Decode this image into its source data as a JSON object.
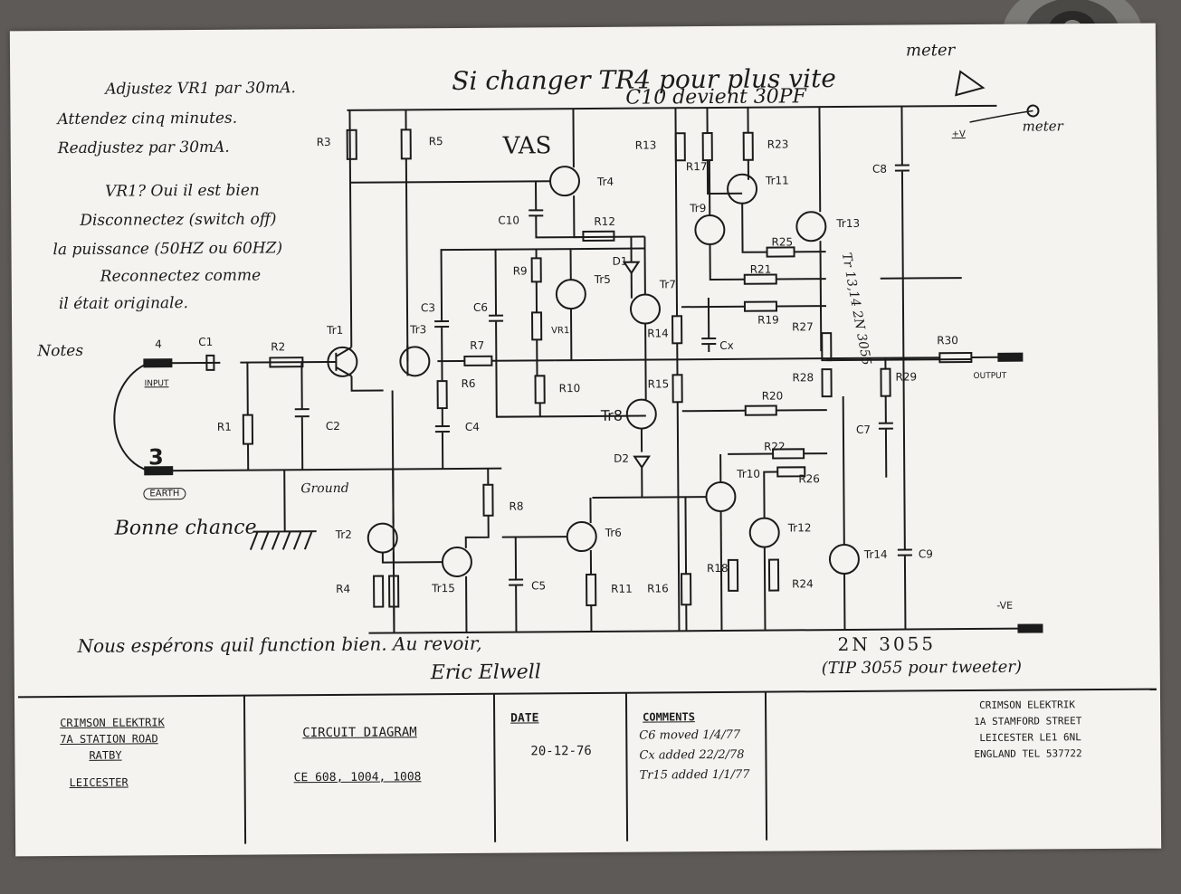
{
  "notes": {
    "top_header": "Si changer TR4 pour plus vite",
    "c10_note": "C10 devient 30PF",
    "meter_top": "meter",
    "meter_right": "meter",
    "left_lines": [
      "Adjustez VR1 par 30mA.",
      "Attendez cinq minutes.",
      "Readjustez par 30mA.",
      "VR1? Oui il est bien",
      "Disconnectez (switch off)",
      "la puissance (50HZ ou 60HZ)",
      "Reconnectez comme",
      "il était originale."
    ],
    "notes_label": "Notes",
    "bonne_chance": "Bonne chance",
    "bottom_line": "Nous espérons quil function bien. Au revoir,",
    "signature": "Eric Elwell",
    "part_number": "2N 3055",
    "part_note": "(TIP 3055 pour tweeter)",
    "vas": "VAS",
    "ground": "Ground",
    "tr_note": "Tr 13,14 2N 3055"
  },
  "schematic": {
    "resistors": [
      "R3",
      "R5",
      "R13",
      "R17",
      "R23",
      "R12",
      "R25",
      "R21",
      "R9",
      "R19",
      "R2",
      "R1",
      "R7",
      "R6",
      "R10",
      "R14",
      "R15",
      "R27",
      "R28",
      "R20",
      "R22",
      "R26",
      "R29",
      "R30",
      "R8",
      "R4",
      "R11",
      "R16",
      "R18",
      "R24"
    ],
    "transistors": [
      "Tr4",
      "Tr9",
      "Tr11",
      "Tr13",
      "Tr5",
      "Tr7",
      "Tr1",
      "Tr3",
      "Tr8",
      "Tr10",
      "Tr12",
      "Tr14",
      "Tr2",
      "Tr15",
      "Tr6"
    ],
    "capacitors": [
      "C10",
      "C3",
      "C6",
      "C1",
      "C2",
      "C4",
      "Cx",
      "C8",
      "C7",
      "C5",
      "C9"
    ],
    "other": [
      "D1",
      "D2",
      "VR1"
    ],
    "ports": {
      "input_num": "4",
      "input_label": "INPUT",
      "earth_num": "3",
      "earth_label": "EARTH",
      "plus_v": "+V",
      "output": "OUTPUT",
      "minus_v": "-VE"
    }
  },
  "title_block": {
    "left_lines": [
      "CRIMSON ELEKTRIK",
      "7A STATION ROAD",
      "RATBY",
      "LEICESTER"
    ],
    "diagram_title": "CIRCUIT DIAGRAM",
    "model": "CE 608, 1004, 1008",
    "date_label": "DATE",
    "date_value": "20-12-76",
    "comments_label": "COMMENTS",
    "comments": [
      "C6 moved 1/4/77",
      "Cx added 22/2/78",
      "Tr15 added 1/1/77"
    ],
    "right_lines": [
      "CRIMSON ELEKTRIK",
      "1A STAMFORD STREET",
      "LEICESTER LE1 6NL",
      "ENGLAND TEL 537722"
    ]
  }
}
